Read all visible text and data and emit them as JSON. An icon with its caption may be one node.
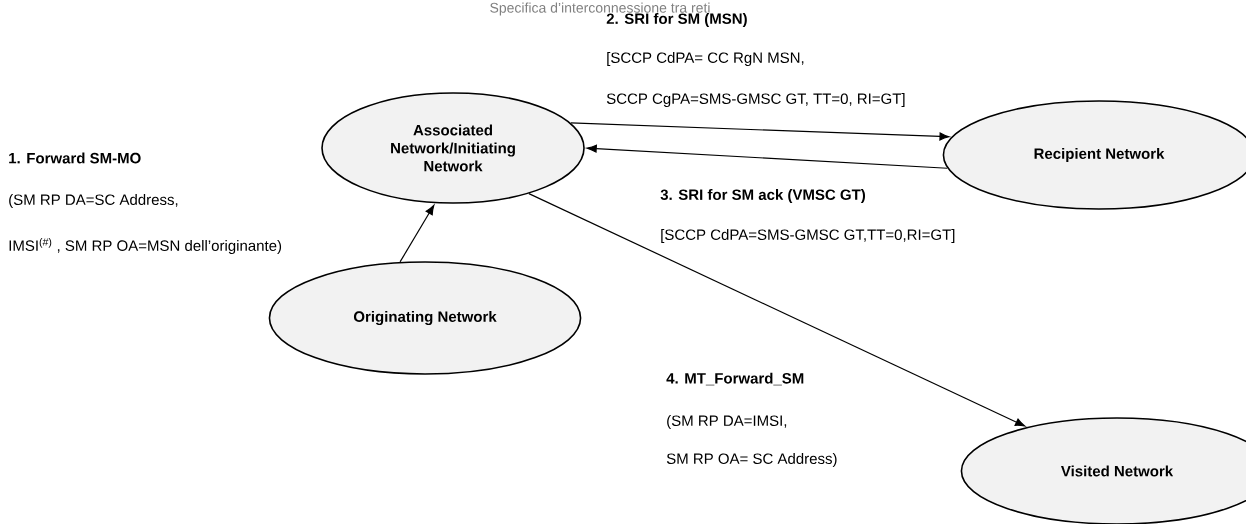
{
  "diagram": {
    "nodes": [
      {
        "text": [
          "Associated Network/Initiating Network"
        ]
      },
      {
        "text": [
          "Recipient Network"
        ]
      },
      {
        "text": [
          "Originating Network"
        ]
      },
      {
        "text": [
          "Visited Network"
        ]
      }
    ],
    "edges": [
      {
        "from": 2,
        "to": 0,
        "arrow": "to"
      },
      {
        "from": 0,
        "to": 1,
        "arrow": "to"
      },
      {
        "from": 1,
        "to": 0,
        "arrow": "to"
      },
      {
        "from": 0,
        "to": 3,
        "arrow": "to"
      }
    ],
    "labels": [
      "Specifica d’interconnessione tra reti",
      "2. SRI for SM (MSN)",
      "[SCCP CdPA= CC RgN MSN,",
      "SCCP CgPA=SMS-GMSC GT, TT=0, RI=GT]",
      "1. Forward SM-MO",
      "3. SRI for SM ack (VMSC GT)",
      "(SM RP DA=SC Address,",
      "[SCCP CdPA=SMS-GMSC GT,TT=0,RI=GT]",
      "IMSI$^{(#)}$ , SM RP OA=MSN dell’originante)",
      "4. MT_Forward_SM",
      "(SM RP DA=IMSI,",
      "SM RP OA= SC Address)"
    ]
  }
}
